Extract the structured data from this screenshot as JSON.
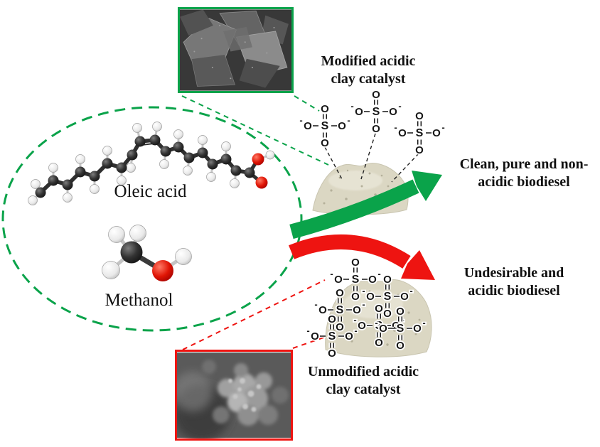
{
  "labels": {
    "modified_catalyst": {
      "lines": [
        "Modified acidic",
        "clay catalyst"
      ]
    },
    "unmodified_catalyst": {
      "lines": [
        "Unmodified acidic",
        "clay catalyst"
      ]
    },
    "clean_product": {
      "lines": [
        "Clean, pure and non-",
        "acidic biodiesel"
      ]
    },
    "acidic_product": {
      "lines": [
        "Undesirable and",
        "acidic biodiesel"
      ]
    },
    "oleic_acid": "Oleic acid",
    "methanol": "Methanol"
  },
  "chemistry": {
    "sulfur_symbol": "S",
    "oxygen_symbol": "O",
    "charge_symbol": "-"
  },
  "colors": {
    "green": "#0aa34a",
    "red": "#ee1411",
    "powder": "#dbd7c3",
    "ink": "#111111"
  }
}
